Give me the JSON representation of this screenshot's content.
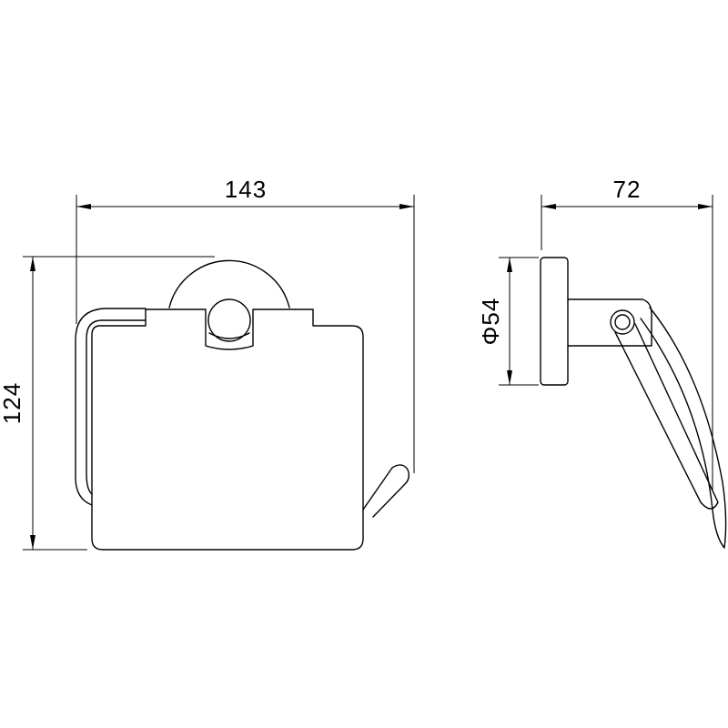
{
  "dimensions": {
    "width_total": "143",
    "height_total": "124",
    "depth_total": "72",
    "base_diameter": "Φ54"
  },
  "colors": {
    "line": "#000000",
    "background": "#ffffff"
  }
}
